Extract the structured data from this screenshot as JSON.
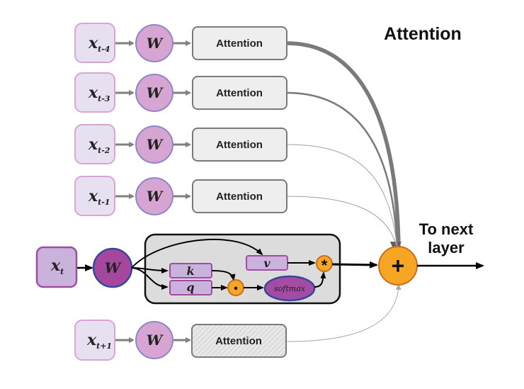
{
  "title": "Attention",
  "output_label_line1": "To next",
  "output_label_line2": "layer",
  "past_rows": [
    {
      "x_base": "x",
      "x_sub": "t-4",
      "w_label": "W",
      "attention_label": "Attention",
      "weight": 1.0
    },
    {
      "x_base": "x",
      "x_sub": "t-3",
      "w_label": "W",
      "attention_label": "Attention",
      "weight": 0.45
    },
    {
      "x_base": "x",
      "x_sub": "t-2",
      "w_label": "W",
      "attention_label": "Attention",
      "weight": 0.15
    },
    {
      "x_base": "x",
      "x_sub": "t-1",
      "w_label": "W",
      "attention_label": "Attention",
      "weight": 0.15
    }
  ],
  "current_row": {
    "x_base": "x",
    "x_sub": "t",
    "w_label": "W",
    "k_label": "k",
    "q_label": "q",
    "v_label": "v",
    "dot_op": "•",
    "softmax_label": "softmax",
    "mul_op": "*"
  },
  "future_row": {
    "x_base": "x",
    "x_sub": "t+1",
    "w_label": "W",
    "attention_label": "Attention",
    "weight": 0.1,
    "masked": true
  },
  "sum_op": "+",
  "colors": {
    "input_fill": "#e6e0f0",
    "input_stroke": "#d9a6d4",
    "w_fill": "#d6a5d2",
    "w_stroke": "#8d86c9",
    "current_input_fill": "#c9b3dd",
    "current_input_stroke": "#a24aa4",
    "current_w_fill": "#a4479d",
    "current_w_stroke": "#36479a",
    "attention_fill": "#eeeeee",
    "attention_stroke": "#7a7a7a",
    "block_fill": "#dcdcdc",
    "block_stroke": "#111111",
    "op_fill": "#f7a624",
    "op_stroke": "#c96d1e",
    "softmax_fill": "#a44ba4",
    "softmax_stroke": "#36479a",
    "arrow_gray": "#7f7f7f"
  }
}
